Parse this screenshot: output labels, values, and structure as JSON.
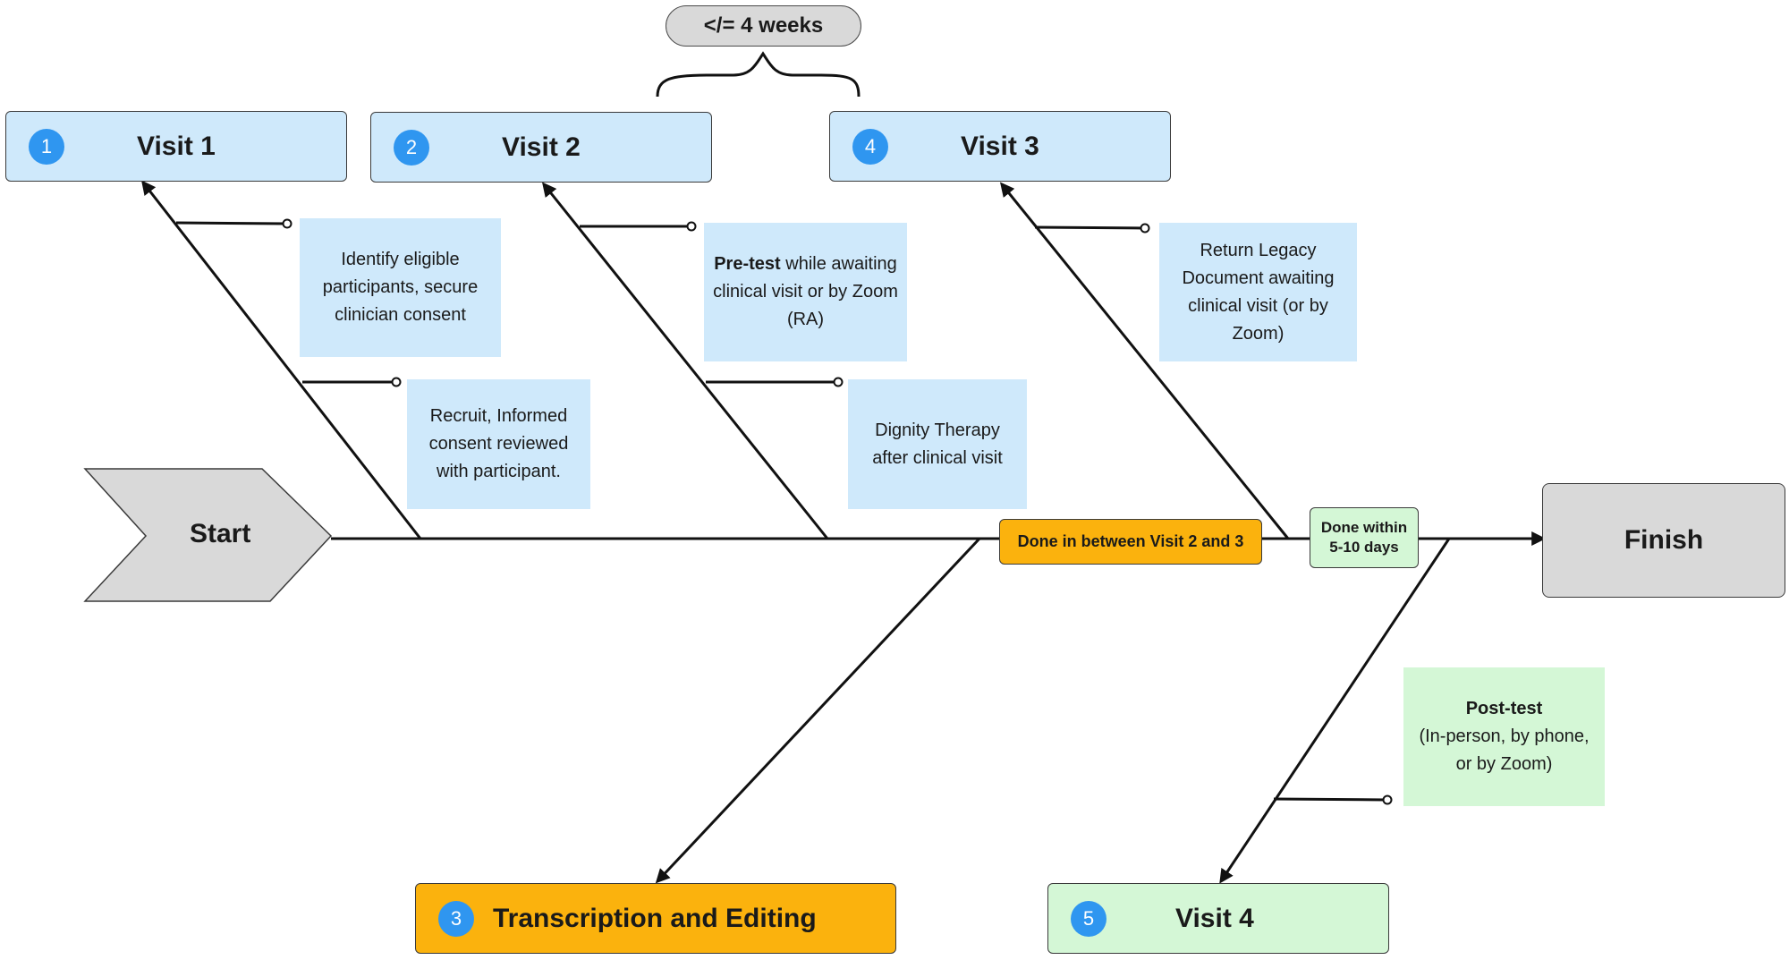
{
  "timing_label": "</= 4 weeks",
  "start_label": "Start",
  "finish_label": "Finish",
  "visits": {
    "visit1": {
      "number": "1",
      "label": "Visit 1"
    },
    "visit2": {
      "number": "2",
      "label": "Visit 2"
    },
    "visit3": {
      "number": "4",
      "label": "Visit 3"
    },
    "transcription": {
      "number": "3",
      "label": "Transcription and Editing"
    },
    "visit4": {
      "number": "5",
      "label": "Visit 4"
    }
  },
  "notes": {
    "identify": "Identify eligible participants, secure clinician consent",
    "recruit": "Recruit, Informed consent reviewed with participant.",
    "pretest_bold": "Pre-test",
    "pretest_rest": " while awaiting clinical visit or by Zoom (RA)",
    "dignity": "Dignity Therapy after clinical visit",
    "legacy": "Return Legacy Document awaiting clinical visit (or by Zoom)",
    "posttest_bold": "Post-test",
    "posttest_rest": "(In-person, by phone, or by Zoom)"
  },
  "tags": {
    "between": "Done in between Visit 2 and 3",
    "within": "Done within 5-10 days"
  },
  "colors": {
    "visit_blue": "#cfe9fb",
    "visit_green": "#d4f7d6",
    "transcription_orange": "#fbb20d",
    "number_circle": "#2f96f0",
    "start_finish_grey": "#d9d9d9"
  }
}
